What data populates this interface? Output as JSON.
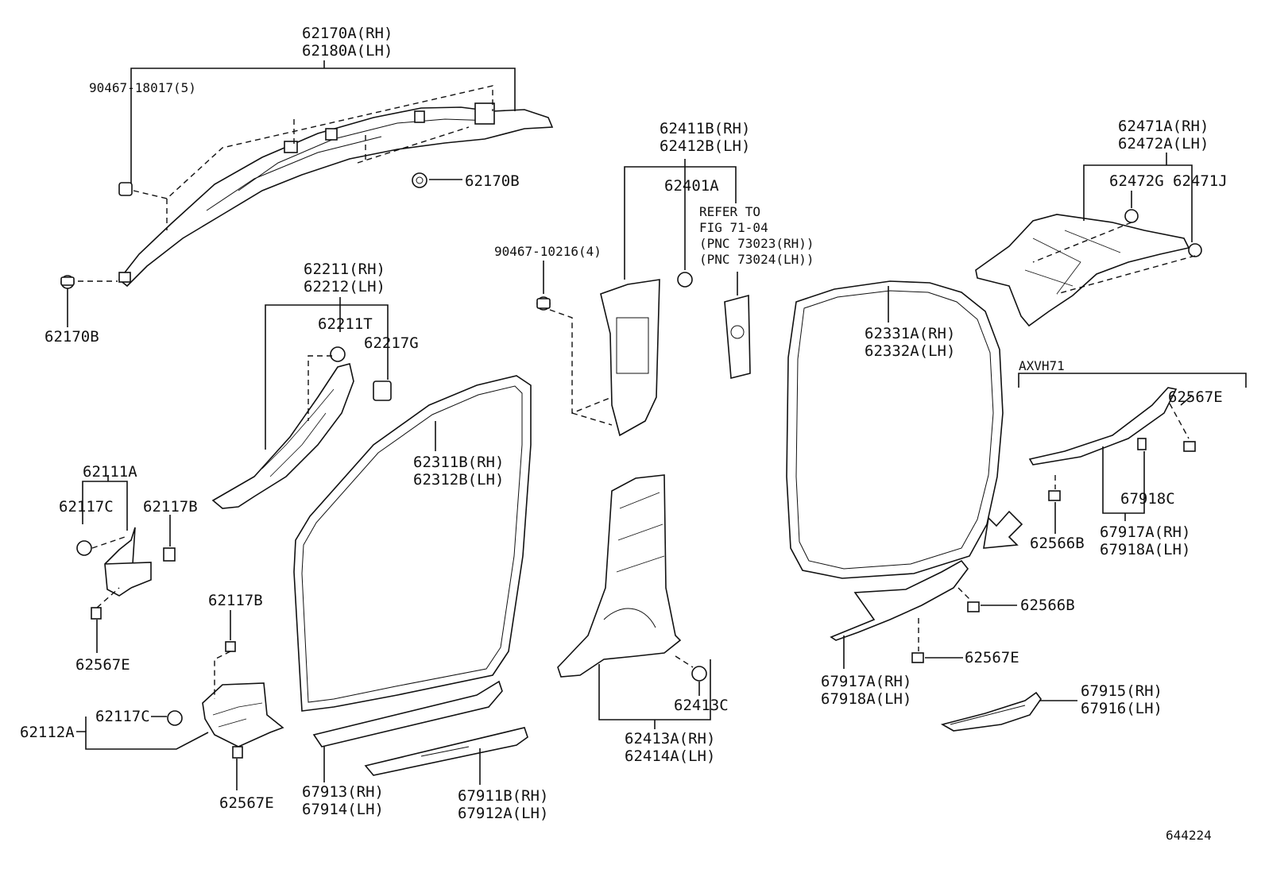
{
  "figure_number": "644224",
  "variant_label": "AXVH71",
  "refer_note": [
    "REFER TO",
    "FIG 71-04",
    "(PNC 73023(RH))",
    "(PNC 73024(LH))"
  ],
  "labels": {
    "p62170A_rh": "62170A(RH)",
    "p62180A_lh": "62180A(LH)",
    "p90467_18017": "90467-18017(5)",
    "p62170B_a": "62170B",
    "p62170B_b": "62170B",
    "p62211_rh": "62211(RH)",
    "p62212_lh": "62212(LH)",
    "p62211T": "62211T",
    "p62217G": "62217G",
    "p62111A": "62111A",
    "p62117C_a": "62117C",
    "p62117B_a": "62117B",
    "p62567E_a": "62567E",
    "p62117B_b": "62117B",
    "p62112A": "62112A",
    "p62117C_b": "62117C",
    "p62567E_b": "62567E",
    "p62311B_rh": "62311B(RH)",
    "p62312B_lh": "62312B(LH)",
    "p67913_rh": "67913(RH)",
    "p67914_lh": "67914(LH)",
    "p67911B_rh": "67911B(RH)",
    "p67912A_lh": "67912A(LH)",
    "p90467_10216": "90467-10216(4)",
    "p62411B_rh": "62411B(RH)",
    "p62412B_lh": "62412B(LH)",
    "p62401A": "62401A",
    "p62413C": "62413C",
    "p62413A_rh": "62413A(RH)",
    "p62414A_lh": "62414A(LH)",
    "p62331A_rh": "62331A(RH)",
    "p62332A_lh": "62332A(LH)",
    "p62471A_rh": "62471A(RH)",
    "p62472A_lh": "62472A(LH)",
    "p62472G": "62472G",
    "p62471J": "62471J",
    "p62567E_c": "62567E",
    "p67918C": "67918C",
    "p62566B_a": "62566B",
    "p67917A_rh_a": "67917A(RH)",
    "p67918A_lh_a": "67918A(LH)",
    "p62566B_b": "62566B",
    "p62567E_d": "62567E",
    "p67917A_rh_b": "67917A(RH)",
    "p67918A_lh_b": "67918A(LH)",
    "p67915_rh": "67915(RH)",
    "p67916_lh": "67916(LH)"
  }
}
